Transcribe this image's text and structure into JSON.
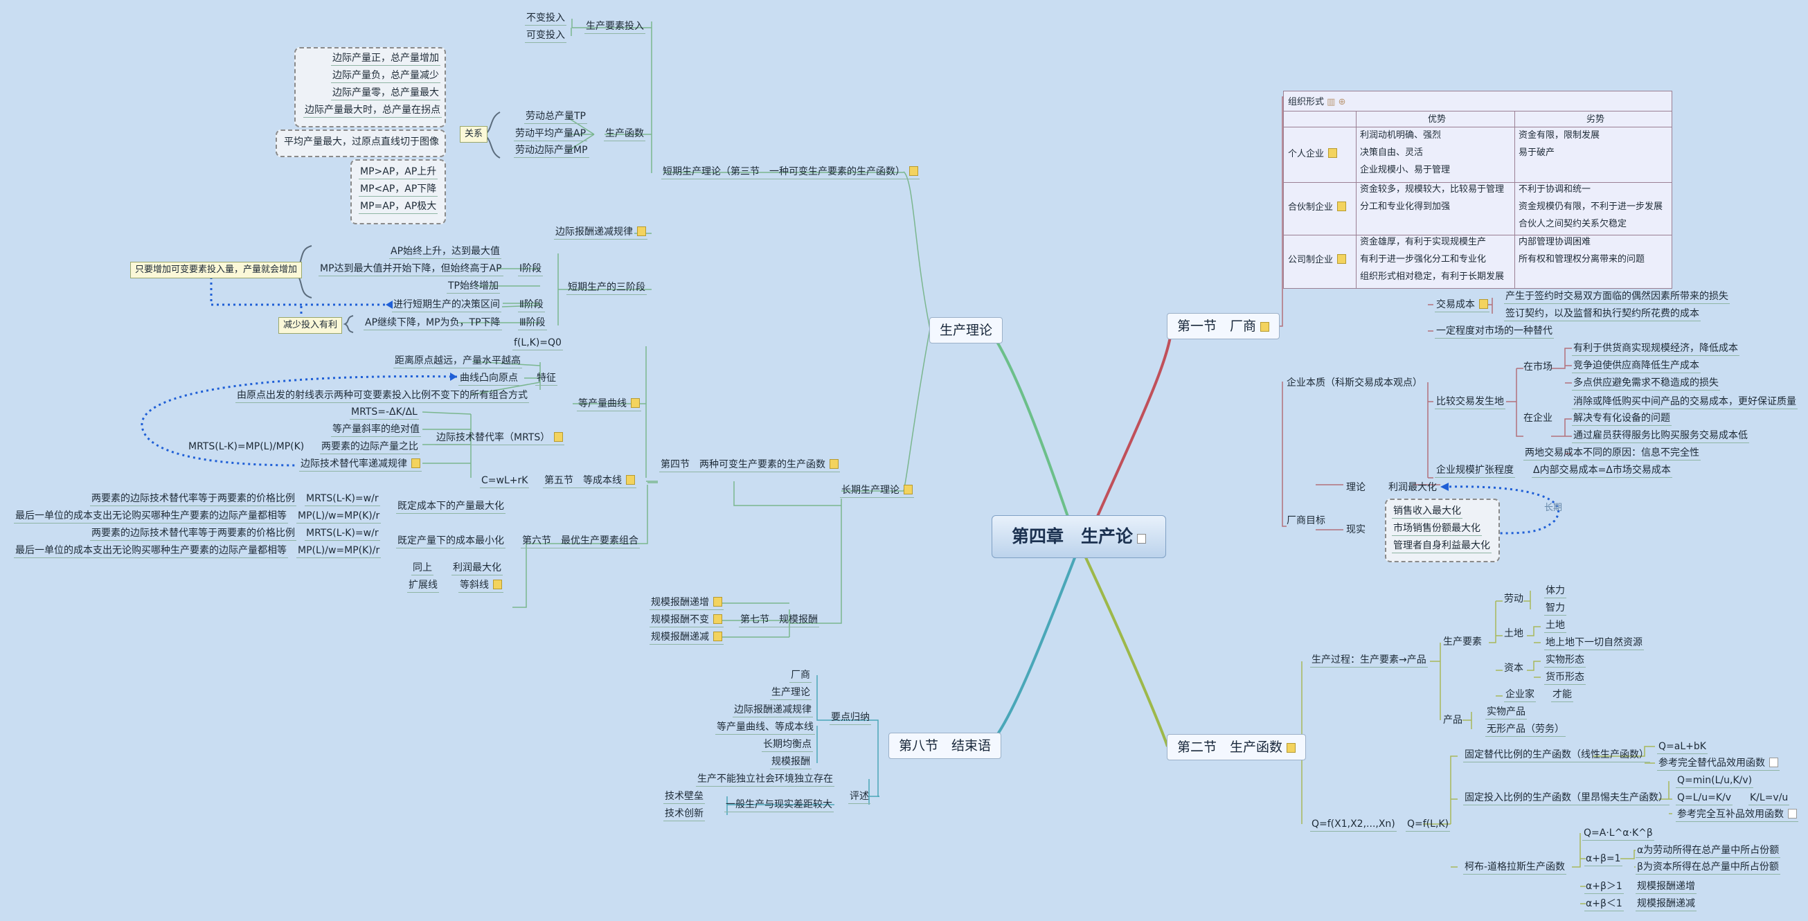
{
  "center": {
    "title": "第四章　生产论"
  },
  "branches": {
    "b1": "第一节　厂商",
    "b2": "第二节　生产函数",
    "shengchan": "生产理论",
    "b8": "第八节　结束语"
  },
  "org_table": {
    "title": "组织形式",
    "header": [
      "优势",
      "劣势"
    ],
    "rows": [
      {
        "name": "个人企业",
        "adv": [
          "利润动机明确、强烈",
          "决策自由、灵活",
          "企业规模小、易于管理"
        ],
        "dis": [
          "资金有限，限制发展",
          "易于破产"
        ]
      },
      {
        "name": "合伙制企业",
        "adv": [
          "资金较多，规模较大，比较易于管理",
          "分工和专业化得到加强"
        ],
        "dis": [
          "不利于协调和统一",
          "资金规模仍有限，不利于进一步发展",
          "合伙人之间契约关系欠稳定"
        ]
      },
      {
        "name": "公司制企业",
        "adv": [
          "资金雄厚，有利于实现规模生产",
          "有利于进一步强化分工和专业化",
          "组织形式相对稳定，有利于长期发展"
        ],
        "dis": [
          "内部管理协调困难",
          "所有权和管理权分离带来的问题"
        ]
      }
    ]
  },
  "firm": {
    "essence": "企业本质（科斯交易成本观点）",
    "tc": "交易成本",
    "tc1": "产生于签约时交易双方面临的偶然因素所带来的损失",
    "tc2": "签订契约，以及监督和执行契约所花费的成本",
    "substitute": "一定程度对市场的一种替代",
    "compare": "比较交易发生地",
    "market": "在市场",
    "m1": "有利于供货商实现规模经济，降低成本",
    "m2": "竞争迫使供应商降低生产成本",
    "m3": "多点供应避免需求不稳造成的损失",
    "firm_in": "在企业",
    "f1": "消除或降低购买中间产品的交易成本，更好保证质量",
    "f2": "解决专有化设备的问题",
    "f3": "通过雇员获得服务比购买服务交易成本低",
    "f4": "两地交易成本不同的原因：信息不完全性",
    "scale": "企业规模扩张程度",
    "scale_v": "Δ内部交易成本=Δ市场交易成本",
    "goal": "厂商目标",
    "theory": "理论",
    "theory_v": "利润最大化",
    "reality": "现实",
    "r1": "销售收入最大化",
    "r2": "市场销售份额最大化",
    "r3": "管理者自身利益最大化",
    "longrun": "长期"
  },
  "prodfn": {
    "process": "生产过程：生产要素→产品",
    "factors": "生产要素",
    "labor": "劳动",
    "labor1": "体力",
    "labor2": "智力",
    "land": "土地",
    "land1": "土地",
    "land2": "地上地下一切自然资源",
    "capital": "资本",
    "cap1": "实物形态",
    "cap2": "货币形态",
    "entre": "企业家",
    "entre1": "才能",
    "product": "产品",
    "p1": "实物产品",
    "p2": "无形产品（劳务）",
    "general": "Q=f(X1,X2,...,Xn)",
    "two": "Q=f(L,K)",
    "linear": "固定替代比例的生产函数（线性生产函数）",
    "linear_f": "Q=aL+bK",
    "linear_n": "参考完全替代品效用函数",
    "leontief": "固定投入比例的生产函数（里昂惕夫生产函数）",
    "leon_f1": "Q=min(L/u,K/v)",
    "leon_f2": "Q=L/u=K/v",
    "leon_f3": "K/L=v/u",
    "leon_n": "参考完全互补品效用函数",
    "cd": "柯布-道格拉斯生产函数",
    "cd_f": "Q=A·L^α·K^β",
    "cd_eq": "α+β=1",
    "cd_a": "α为劳动所得在总产量中所占份额",
    "cd_b": "β为资本所得在总产量中所占份额",
    "cd_gt": "α+β＞1",
    "cd_gt_v": "规模报酬递增",
    "cd_lt": "α+β＜1",
    "cd_lt_v": "规模报酬递减"
  },
  "shortrun": {
    "title": "短期生产理论（第三节　一种可变生产要素的生产函数）",
    "input": "生产要素投入",
    "fixed": "不变投入",
    "variable": "可变投入",
    "fn": "生产函数",
    "tp": "劳动总产量TP",
    "ap": "劳动平均产量AP",
    "mp": "劳动边际产量MP",
    "relation": "关系",
    "g1": "边际产量正，总产量增加",
    "g2": "边际产量负，总产量减少",
    "g3": "边际产量零，总产量最大",
    "g4": "边际产量最大时，总产量在拐点",
    "g5": "平均产量最大，过原点直线切于图像",
    "g6": "MP>AP，AP上升",
    "g7": "MP<AP，AP下降",
    "g8": "MP=AP，AP极大",
    "law": "边际报酬递减规律",
    "stages": "短期生产的三阶段",
    "s1": "Ⅰ阶段",
    "s1a": "AP始终上升，达到最大值",
    "s1b": "MP达到最大值并开始下降，但始终高于AP",
    "s1c": "TP始终增加",
    "s2": "Ⅱ阶段",
    "s2a": "进行短期生产的决策区间",
    "s3": "Ⅲ阶段",
    "s3a": "AP继续下降，MP为负，TP下降",
    "note1": "只要增加可变要素投入量，产量就会增加",
    "note2": "减少投入有利"
  },
  "longrun": {
    "title": "长期生产理论",
    "sec4": "第四节　两种可变生产要素的生产函数",
    "iso": "等产量曲线",
    "iso_f": "f(L,K)=Q0",
    "feature": "特征",
    "f1": "距离原点越远，产量水平越高",
    "f2": "曲线凸向原点",
    "f3": "由原点出发的射线表示两种可变要素投入比例不变下的所有组合方式",
    "mrts": "边际技术替代率（MRTS）",
    "m1": "MRTS=-ΔK/ΔL",
    "m2": "等产量斜率的绝对值",
    "m3": "两要素的边际产量之比",
    "m3l": "MRTS(L-K)=MP(L)/MP(K)",
    "m4": "边际技术替代率递减规律",
    "sec5": "第五节　等成本线",
    "sec5_f": "C=wL+rK",
    "sec6": "第六节　最优生产要素组合",
    "c1": "既定成本下的产量最大化",
    "c2": "既定产量下的成本最小化",
    "c3": "利润最大化",
    "c3l": "同上",
    "c4": "等斜线",
    "c4l": "扩展线",
    "o1": "MRTS(L-K)=w/r",
    "o2": "MP(L)/w=MP(K)/r",
    "o1d": "两要素的边际技术替代率等于两要素的价格比例",
    "o2d": "最后一单位的成本支出无论购买哪种生产要素的边际产量都相等",
    "sec7": "第七节　规模报酬",
    "r1": "规模报酬递增",
    "r2": "规模报酬不变",
    "r3": "规模报酬递减"
  },
  "ending": {
    "key": "要点归纳",
    "k1": "厂商",
    "k2": "生产理论",
    "k3": "边际报酬递减规律",
    "k4": "等产量曲线、等成本线",
    "k5": "长期均衡点",
    "k6": "规模报酬",
    "eval": "评述",
    "e1": "生产不能独立社会环境独立存在",
    "e2": "一般生产与现实差距较大",
    "e2a": "技术壁垒",
    "e2b": "技术创新"
  },
  "colors": {
    "background": "#c9ddf2",
    "line_green": "#7ab68e",
    "line_red": "#b94b55",
    "line_teal": "#4aa7a0",
    "dotted_blue": "#1f5fd6"
  }
}
